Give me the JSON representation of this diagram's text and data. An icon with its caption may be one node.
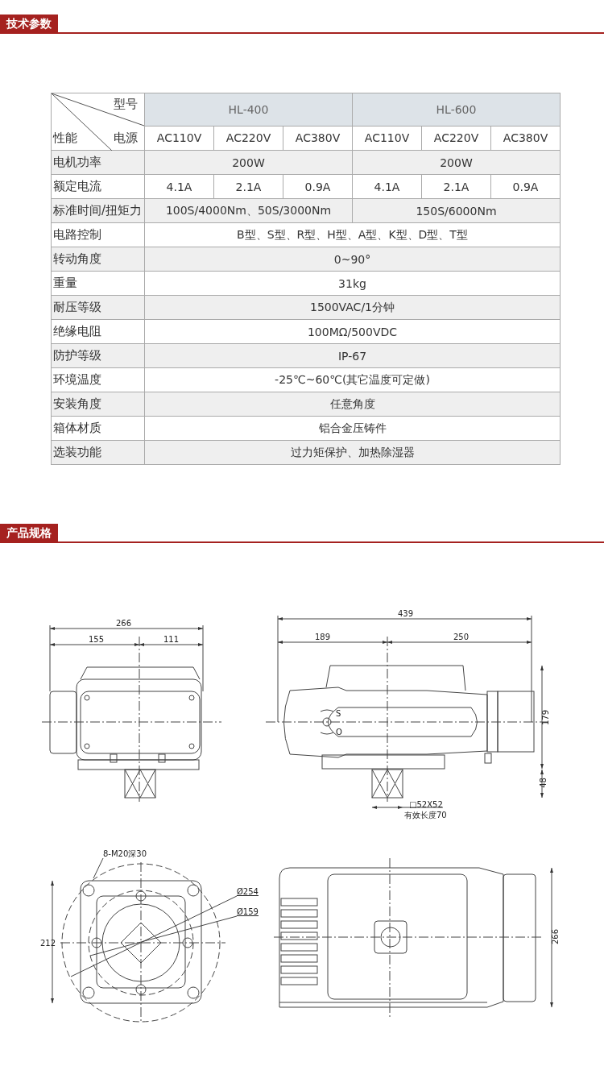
{
  "diagram": {
    "nodes": [
      {
        "text": [
          "8-M20深30"
        ]
      },
      {
        "text": [
          "Ø254"
        ]
      },
      {
        "text": [
          "Ø159"
        ]
      }
    ],
    "edges": [
      {
        "from": 0,
        "to": null,
        "arrow": "none"
      },
      {
        "from": 1,
        "to": null,
        "arrow": "none"
      },
      {
        "from": 2,
        "to": null,
        "arrow": "none"
      }
    ],
    "labels": [
      "技术参数",
      "型号",
      "HL-400",
      "HL-600",
      "性能",
      "电源",
      "AC110V",
      "AC220V",
      "AC380V",
      "AC110V",
      "AC220V",
      "AC380V",
      "电机功率",
      "200W",
      "200W",
      "额定电流",
      "4.1A",
      "2.1A",
      "0.9A",
      "4.1A",
      "2.1A",
      "0.9A",
      "标准时间/扭矩力",
      "100S/4000Nm、50S/3000Nm",
      "150S/6000Nm",
      "电路控制",
      "B型、S型、R型、H型、A型、K型、D型、T型",
      "转动角度",
      "0~90°",
      "重量",
      "31kg",
      "耐压等级",
      "1500VAC/1分钟",
      "绝缘电阻",
      "100MΩ/500VDC",
      "防护等级",
      "IP-67",
      "环境温度",
      "-25℃~60℃(其它温度可定做)",
      "安装角度",
      "任意角度",
      "箱体材质",
      "铝合金压铸件",
      "选装功能",
      "过力矩保护、加热除湿器",
      "产品规格",
      "266",
      "155",
      "111",
      "439",
      "189",
      "250",
      "S",
      "O",
      "179",
      "48",
      "□52X52",
      "有效长度70",
      "212",
      "266"
    ]
  }
}
